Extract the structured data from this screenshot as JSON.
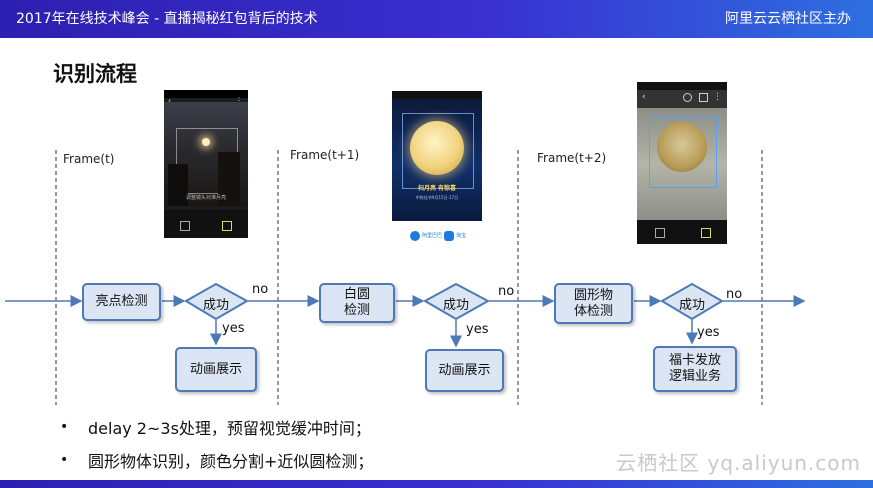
{
  "header": {
    "left_text": "2017年在线技术峰会 - 直播揭秘红包背后的技术",
    "right_text": "阿里云云栖社区主办"
  },
  "title": "识别流程",
  "frames": [
    {
      "label": "Frame(t)"
    },
    {
      "label": "Frame(t+1)"
    },
    {
      "label": "Frame(t+2)"
    }
  ],
  "flow": {
    "processes": [
      "亮点检测",
      "白圆\n检测",
      "圆形物\n体检测"
    ],
    "decisions": [
      "成功",
      "成功",
      "成功"
    ],
    "results": [
      "动画展示",
      "动画展示",
      "福卡发放\n逻辑业务"
    ],
    "no_label": "no",
    "yes_label": "yes"
  },
  "phone_screens": [
    {
      "caption": "调整镜头对准月亮"
    },
    {
      "caption_title": "扫月亮 有惊喜",
      "caption_sub": "中秋佳节9月15日-17日",
      "footer_left": "阿里巴巴",
      "footer_right": "淘宝"
    },
    {
      "caption": ""
    }
  ],
  "bullets": [
    "delay 2~3s处理，预留视觉缓冲时间；",
    "圆形物体识别，颜色分割+近似圆检测；"
  ],
  "watermark": "云栖社区 yq.aliyun.com",
  "colors": {
    "header_bg": "#3a2fd0",
    "box_fill": "#dbe5f3",
    "box_border": "#4e79b8",
    "arrow": "#4e79b8"
  }
}
